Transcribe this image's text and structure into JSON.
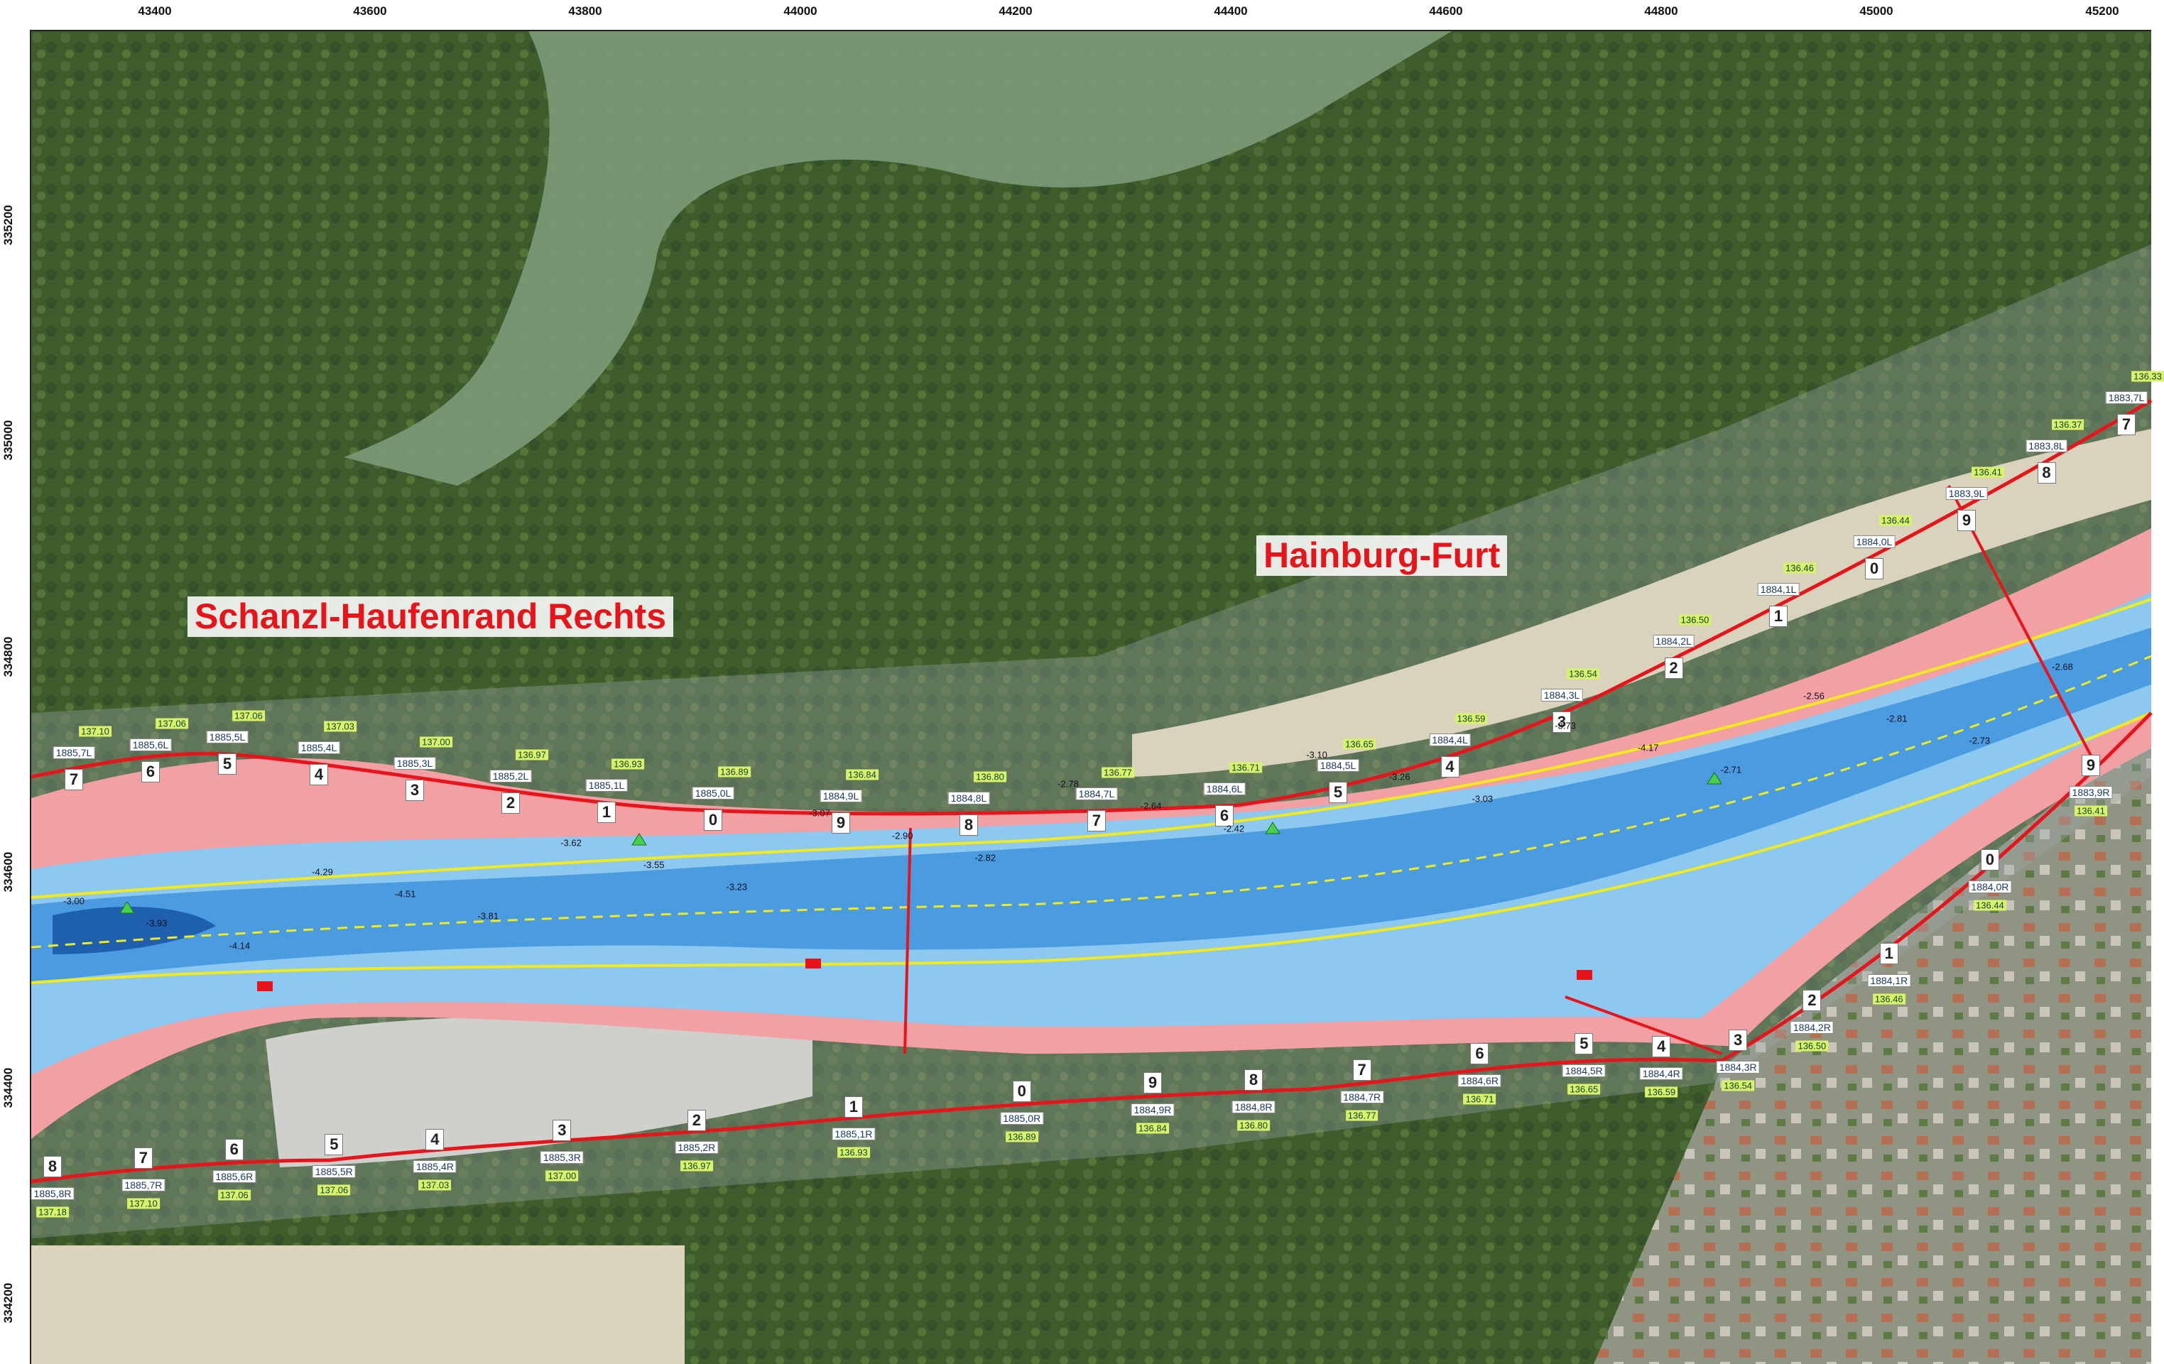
{
  "map": {
    "titles": {
      "left": "Schanzl-Haufenrand Rechts",
      "right": "Hainburg-Furt"
    },
    "axis": {
      "x_ticks": [
        "43400",
        "43600",
        "43800",
        "44000",
        "44200",
        "44400",
        "44600",
        "44800",
        "45000",
        "45200"
      ],
      "y_ticks": [
        "335200",
        "335000",
        "334800",
        "334600",
        "334400",
        "334200"
      ]
    },
    "left_bank_stations": [
      {
        "station": "1885,7L",
        "elevation": "137.10",
        "km": "7"
      },
      {
        "station": "1885,6L",
        "elevation": "137.06",
        "km": "6"
      },
      {
        "station": "1885,5L",
        "elevation": "137.06",
        "km": "5"
      },
      {
        "station": "1885,4L",
        "elevation": "137.03",
        "km": "4"
      },
      {
        "station": "1885,3L",
        "elevation": "137.00",
        "km": "3"
      },
      {
        "station": "1885,2L",
        "elevation": "136.97",
        "km": "2"
      },
      {
        "station": "1885,1L",
        "elevation": "136.93",
        "km": "1"
      },
      {
        "station": "1885,0L",
        "elevation": "136.89",
        "km": "0"
      },
      {
        "station": "1884,9L",
        "elevation": "136.84",
        "km": "9"
      },
      {
        "station": "1884,8L",
        "elevation": "136.80",
        "km": "8"
      },
      {
        "station": "1884,7L",
        "elevation": "136.77",
        "km": "7"
      },
      {
        "station": "1884,6L",
        "elevation": "136.71",
        "km": "6"
      },
      {
        "station": "1884,5L",
        "elevation": "136.65",
        "km": "5"
      },
      {
        "station": "1884,4L",
        "elevation": "136.59",
        "km": "4"
      },
      {
        "station": "1884,3L",
        "elevation": "136.54",
        "km": "3"
      },
      {
        "station": "1884,2L",
        "elevation": "136.50",
        "km": "2"
      },
      {
        "station": "1884,1L",
        "elevation": "136.46",
        "km": "1"
      },
      {
        "station": "1884,0L",
        "elevation": "136.44",
        "km": "0"
      },
      {
        "station": "1883,9L",
        "elevation": "136.41",
        "km": "9"
      },
      {
        "station": "1883,8L",
        "elevation": "136.37",
        "km": "8"
      },
      {
        "station": "1883,7L",
        "elevation": "136.33",
        "km": "7"
      }
    ],
    "right_bank_stations": [
      {
        "station": "1885,8R",
        "elevation": "137.18",
        "km": "8"
      },
      {
        "station": "1885,7R",
        "elevation": "137.10",
        "km": "7"
      },
      {
        "station": "1885,6R",
        "elevation": "137.06",
        "km": "6"
      },
      {
        "station": "1885,5R",
        "elevation": "137.06",
        "km": "5"
      },
      {
        "station": "1885,4R",
        "elevation": "137.03",
        "km": "4"
      },
      {
        "station": "1885,3R",
        "elevation": "137.00",
        "km": "3"
      },
      {
        "station": "1885,2R",
        "elevation": "136.97",
        "km": "2"
      },
      {
        "station": "1885,1R",
        "elevation": "136.93",
        "km": "1"
      },
      {
        "station": "1885,0R",
        "elevation": "136.89",
        "km": "0"
      },
      {
        "station": "1884,9R",
        "elevation": "136.84",
        "km": "9"
      },
      {
        "station": "1884,8R",
        "elevation": "136.80",
        "km": "8"
      },
      {
        "station": "1884,7R",
        "elevation": "136.77",
        "km": "7"
      },
      {
        "station": "1884,6R",
        "elevation": "136.71",
        "km": "6"
      },
      {
        "station": "1884,5R",
        "elevation": "136.65",
        "km": "5"
      },
      {
        "station": "1884,4R",
        "elevation": "136.59",
        "km": "4"
      },
      {
        "station": "1884,3R",
        "elevation": "136.54",
        "km": "3"
      },
      {
        "station": "1884,2R",
        "elevation": "136.50",
        "km": "2"
      },
      {
        "station": "1884,1R",
        "elevation": "136.46",
        "km": "1"
      },
      {
        "station": "1884,0R",
        "elevation": "136.44",
        "km": "0"
      },
      {
        "station": "1883,9R",
        "elevation": "136.41",
        "km": "9"
      }
    ],
    "depth_soundings": [
      "-3.00",
      "-3.93",
      "-4.14",
      "-4.29",
      "-4.51",
      "-3.81",
      "-3.62",
      "-3.55",
      "-3.23",
      "-3.07",
      "-2.90",
      "-2.82",
      "-2.78",
      "-2.64",
      "-2.42",
      "-3.10",
      "-3.26",
      "-3.03",
      "-3.73",
      "-4.17",
      "-2.71",
      "-2.56",
      "-2.81",
      "-2.73",
      "-2.68"
    ],
    "colors": {
      "shallow_bank": "#f3a0a4",
      "deep_channel": "#2f7fd0",
      "mid_channel": "#8cc8ef",
      "gravel_bar": "#d9dde2",
      "fairway_line": "#f1ea1c",
      "profile_line": "#e8141b",
      "vegetation": "#3d5a2a"
    }
  }
}
